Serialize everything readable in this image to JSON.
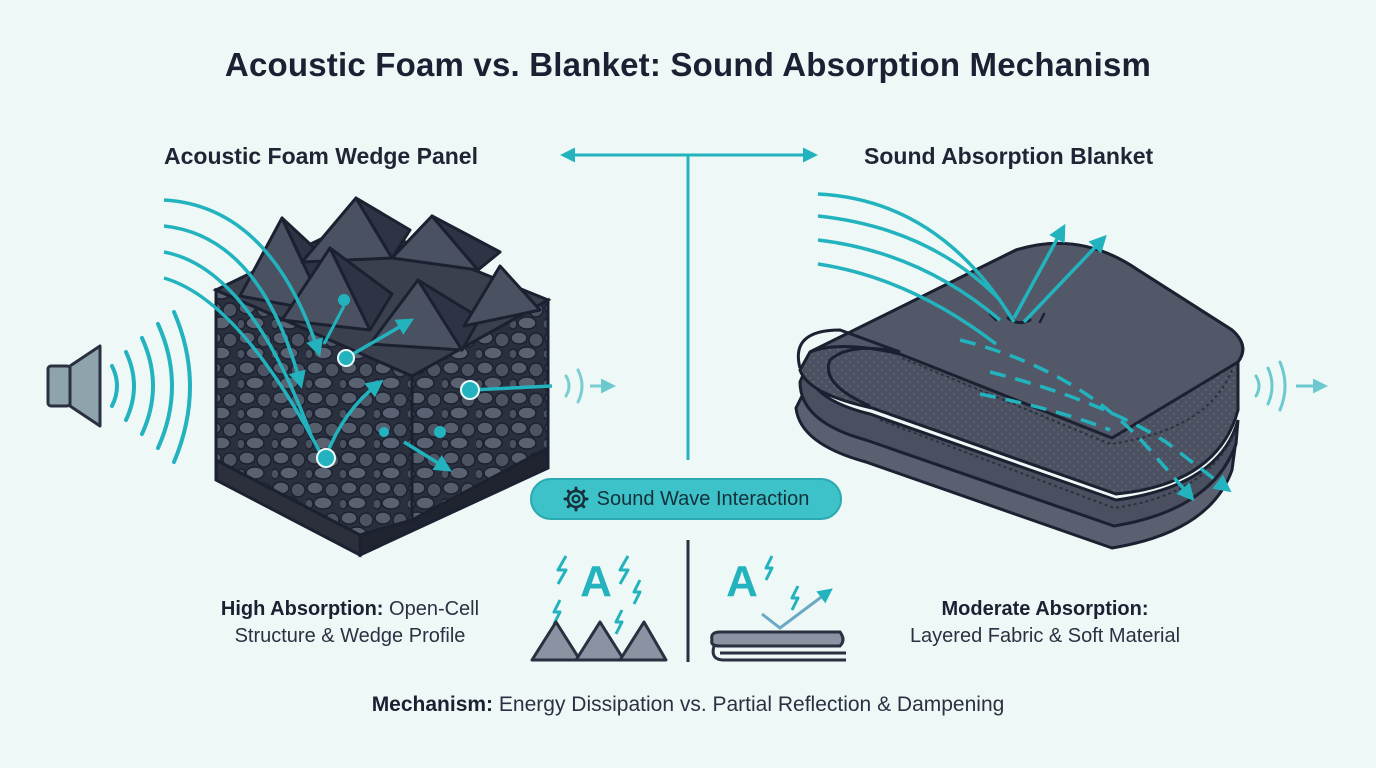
{
  "title": "Acoustic Foam vs. Blanket: Sound Absorption Mechanism",
  "left_panel": {
    "heading": "Acoustic Foam Wedge Panel",
    "caption_bold": "High Absorption:",
    "caption_rest_1": "Open-Cell",
    "caption_line_2": "Structure & Wedge Profile"
  },
  "right_panel": {
    "heading": "Sound Absorption Blanket",
    "caption_bold": "Moderate Absorption:",
    "caption_line_2": "Layered Fabric & Soft Material"
  },
  "center": {
    "pill_label": "Sound Wave Interaction",
    "pill_icon": "gear-icon",
    "left_icon_letter": "A",
    "right_icon_letter": "A"
  },
  "footer": {
    "bold": "Mechanism:",
    "rest": "Energy Dissipation vs. Partial Reflection & Dampening"
  },
  "colors": {
    "background": "#eef8f6",
    "accent_teal": "#22b3be",
    "foam_dark": "#2e3443",
    "blanket_gray": "#4b5160",
    "outline": "#1b2130"
  }
}
